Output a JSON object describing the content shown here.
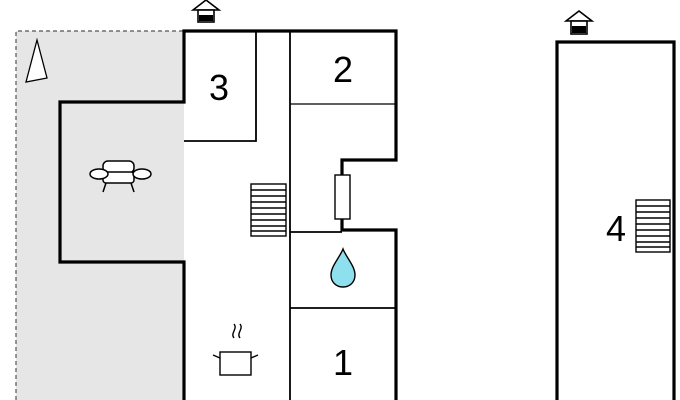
{
  "floorplan": {
    "rooms": [
      {
        "id": "bedroom-1",
        "label": "1"
      },
      {
        "id": "bedroom-2",
        "label": "2"
      },
      {
        "id": "bedroom-3",
        "label": "3"
      },
      {
        "id": "bedroom-4",
        "label": "4"
      }
    ],
    "icons": {
      "north": "north-arrow-icon",
      "entrance": "entrance-house-icon",
      "sofa": "sofa-icon",
      "stairs": "stairs-icon",
      "bathroom": "water-drop-icon",
      "kitchen": "cooking-pot-icon",
      "radiator": "radiator-icon"
    },
    "colors": {
      "wall": "#000000",
      "terrace": "#e6e6e6",
      "water": "#8ee0ef"
    }
  }
}
